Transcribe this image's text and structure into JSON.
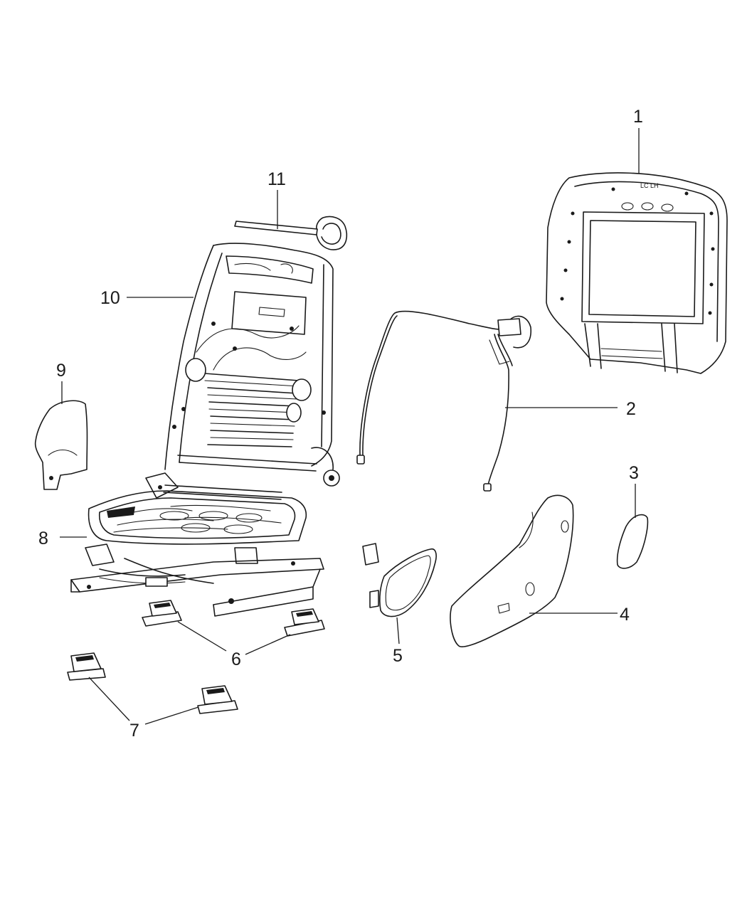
{
  "callouts": [
    {
      "number": "1"
    },
    {
      "number": "2"
    },
    {
      "number": "3"
    },
    {
      "number": "4"
    },
    {
      "number": "5"
    },
    {
      "number": "6"
    },
    {
      "number": "7"
    },
    {
      "number": "8"
    },
    {
      "number": "9"
    },
    {
      "number": "10"
    },
    {
      "number": "11"
    }
  ],
  "part_markings": {
    "seatback_panel_stamp": "LC LH"
  }
}
